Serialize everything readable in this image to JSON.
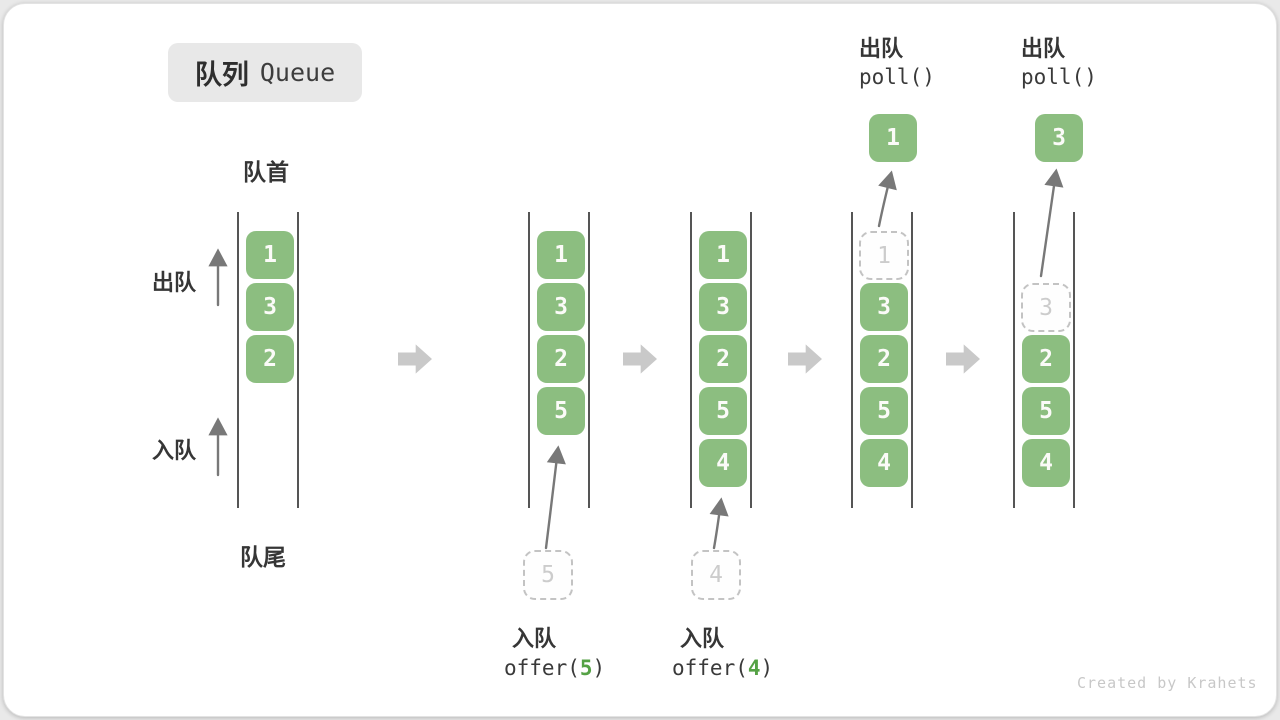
{
  "title": {
    "zh": "队列",
    "en": "Queue"
  },
  "side": {
    "front_label": "队首",
    "rear_label": "队尾",
    "dequeue_label": "出队",
    "enqueue_label": "入队"
  },
  "states": {
    "s1": {
      "cells": [
        "1",
        "3",
        "2"
      ]
    },
    "s2": {
      "cells": [
        "1",
        "3",
        "2",
        "5"
      ]
    },
    "s3": {
      "cells": [
        "1",
        "3",
        "2",
        "5",
        "4"
      ]
    },
    "s4": {
      "ghost": "1",
      "cells": [
        "3",
        "2",
        "5",
        "4"
      ]
    },
    "s5": {
      "ghost": "3",
      "cells": [
        "2",
        "5",
        "4"
      ]
    }
  },
  "ops": {
    "enqueue5": {
      "action": "入队",
      "fn": "offer(",
      "arg": "5",
      "close": ")",
      "pending": "5"
    },
    "enqueue4": {
      "action": "入队",
      "fn": "offer(",
      "arg": "4",
      "close": ")",
      "pending": "4"
    },
    "poll1": {
      "action": "出队",
      "fn": "poll()",
      "result": "1"
    },
    "poll3": {
      "action": "出队",
      "fn": "poll()",
      "result": "3"
    }
  },
  "colors": {
    "cell_green": "#8cbe80",
    "code_arg_green": "#55a245",
    "flow_arrow_gray": "#c9c9c9",
    "thin_arrow_gray": "#787878",
    "title_box_bg": "#e8e8e8",
    "ghost_border": "#c3c3c3"
  },
  "watermark": "Created by Krahets"
}
